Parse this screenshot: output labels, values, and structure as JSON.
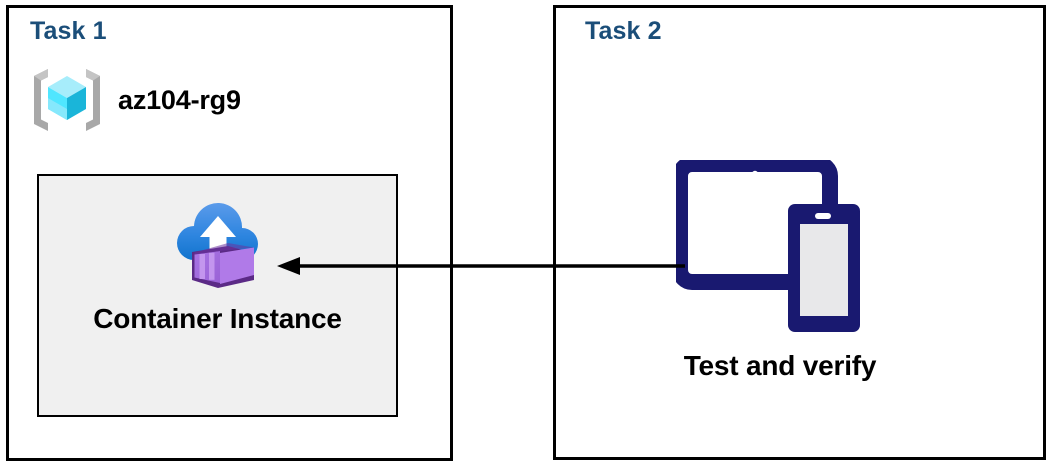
{
  "diagram": {
    "title": "Azure Container Instance task flow",
    "background": "#ffffff",
    "colors": {
      "panel_border": "#000000",
      "task_heading": "#1b4e79",
      "card_background": "#f0f0f0",
      "card_border": "#000000",
      "arrow": "#000000",
      "device_navy": "#191970",
      "device_screen": "#e8e8ea",
      "cloud_blue_light": "#4f93e8",
      "cloud_blue_dark": "#147bd1",
      "container_purple": "#b07ae8",
      "container_purple_dark": "#5b2a86",
      "container_purple_mid": "#9a62d6",
      "resource_group_cyan_light": "#a7edfb",
      "resource_group_cyan": "#50e6ff",
      "resource_group_cyan_dark": "#1ab5d9",
      "resource_group_bracket": "#a8a8a8"
    }
  },
  "task1": {
    "heading": "Task 1",
    "resource_group": {
      "icon": "resource-group-icon",
      "label": "az104-rg9"
    },
    "card": {
      "icon": "container-instance-icon",
      "label": "Container Instance"
    }
  },
  "task2": {
    "heading": "Task 2",
    "device": {
      "icon": "devices-tablet-phone-icon",
      "label": "Test and verify"
    }
  },
  "connector": {
    "name": "arrow-task2-to-container-instance",
    "direction": "right-to-left",
    "arrowhead": "left"
  }
}
